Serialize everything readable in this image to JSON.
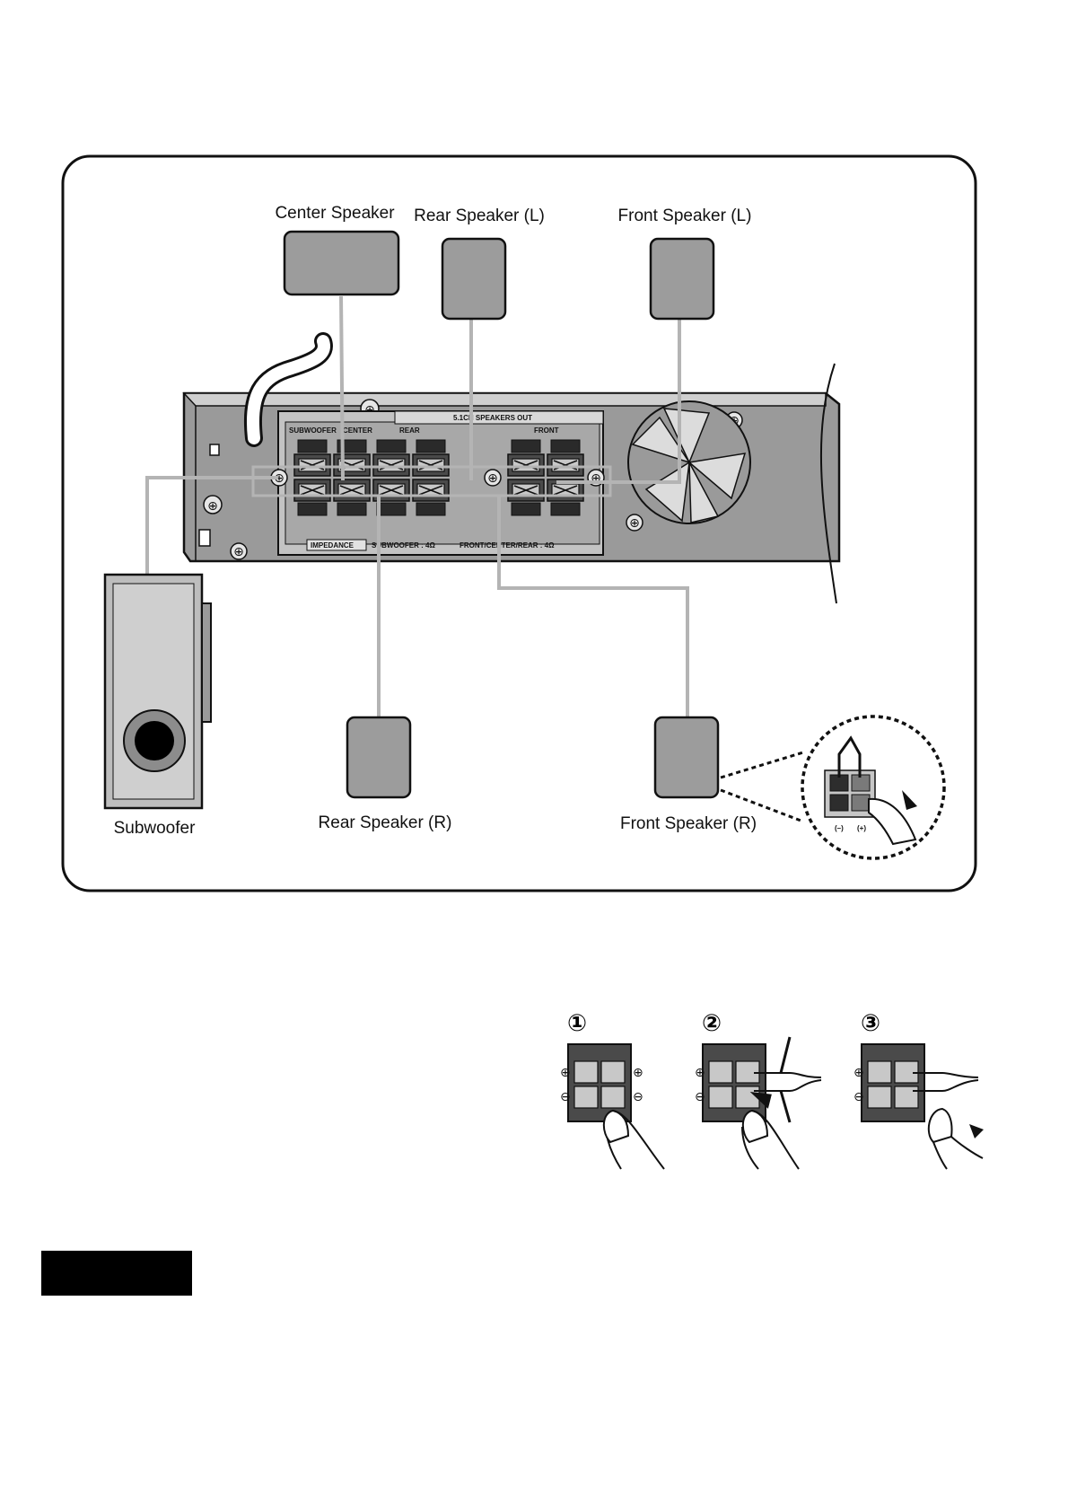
{
  "labels": {
    "center_speaker": "Center Speaker",
    "rear_speaker_l": "Rear Speaker (L)",
    "front_speaker_l": "Front Speaker (L)",
    "rear_speaker_r": "Rear Speaker (R)",
    "front_speaker_r": "Front Speaker (R)",
    "subwoofer": "Subwoofer"
  },
  "panel": {
    "title": "5.1CH SPEAKERS OUT",
    "subwoofer_col": "SUBWOOFER",
    "center_col": "CENTER",
    "rear_col": "REAR",
    "front_col": "FRONT",
    "impedance_label": "IMPEDANCE",
    "impedance_sub": "SUBWOOFER : 4Ω",
    "impedance_other": "FRONT/CENTER/REAR : 4Ω"
  },
  "inset": {
    "minus": "(–)",
    "plus": "(+)"
  },
  "steps": [
    "①",
    "②",
    "③"
  ],
  "colors": {
    "wire": "#b4b4b4",
    "speaker": "#9c9c9c",
    "note_box": "#000000"
  }
}
